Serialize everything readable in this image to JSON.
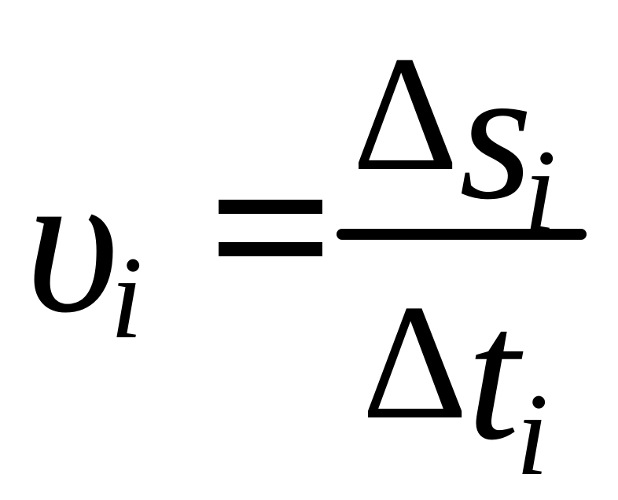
{
  "formula": {
    "lhs": {
      "symbol": "υ",
      "subscript": "i"
    },
    "relation": "=",
    "numerator": {
      "delta": "Δ",
      "symbol": "s",
      "subscript": "i"
    },
    "denominator": {
      "delta": "Δ",
      "symbol": "t",
      "subscript": "i"
    }
  }
}
